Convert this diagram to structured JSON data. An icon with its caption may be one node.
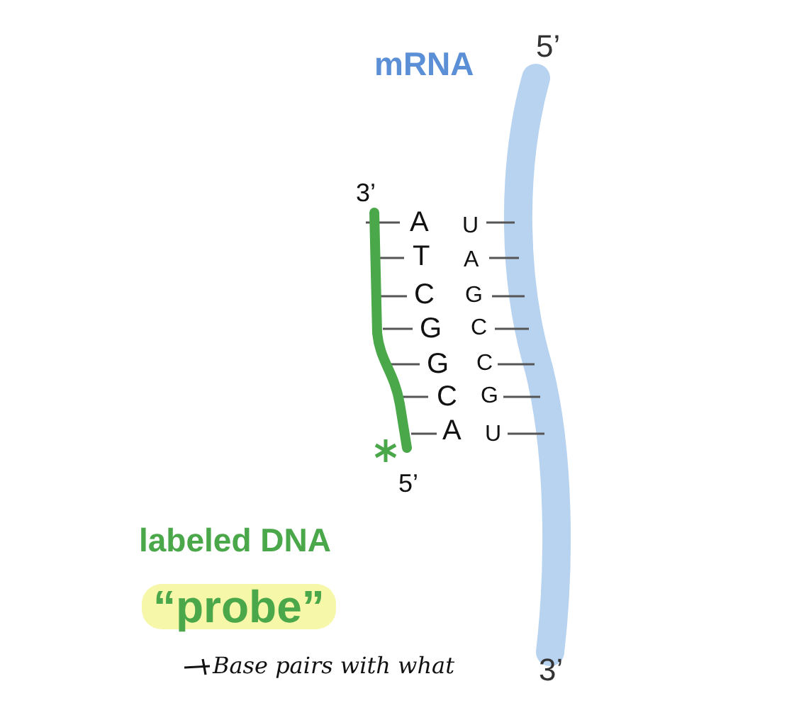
{
  "diagram": {
    "labels": [
      "mRNA",
      "5’",
      "3’",
      "A",
      "U",
      "T",
      "A",
      "C",
      "G",
      "G",
      "C",
      "G",
      "C",
      "C",
      "G",
      "A",
      "U",
      "5’",
      "labeled DNA",
      "“probe”",
      "Base pairs with what",
      "3’"
    ]
  }
}
